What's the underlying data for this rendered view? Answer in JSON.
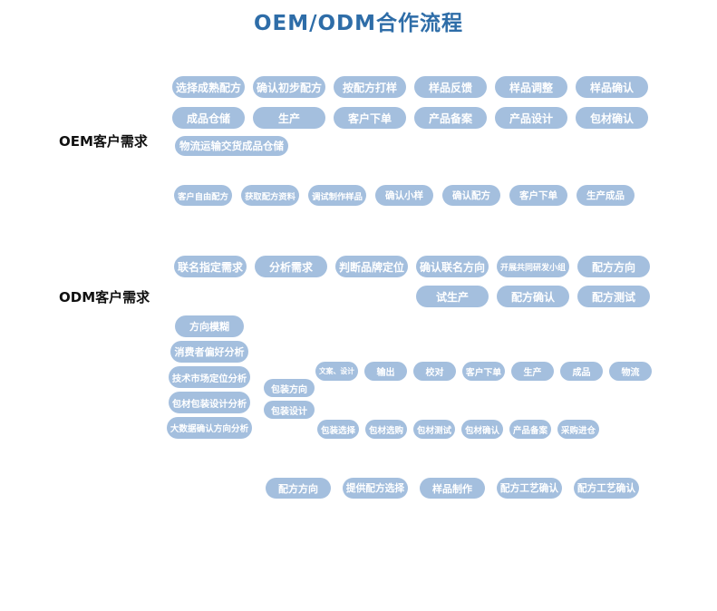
{
  "title": "OEM/ODM合作流程",
  "colors": {
    "node_fill": "#a4bfde",
    "node_text": "#ffffff",
    "title_text": "#2e6da8"
  },
  "sections": {
    "oem_label": "OEM客户需求",
    "odm_label": "ODM客户需求"
  },
  "groups": {
    "oem_row1": [
      "选择成熟配方",
      "确认初步配方",
      "按配方打样",
      "样品反馈",
      "样品调整",
      "样品确认"
    ],
    "oem_row2": [
      "成品仓储",
      "生产",
      "客户下单",
      "产品备案",
      "产品设计",
      "包材确认"
    ],
    "oem_row3": [
      "物流运输交货成品仓储"
    ],
    "oem_row4": [
      "客户自由配方",
      "获取配方资料",
      "调试制作样品",
      "确认小样",
      "确认配方",
      "客户下单",
      "生产成品"
    ],
    "odm_row1": [
      "联名指定需求",
      "分析需求",
      "判断品牌定位",
      "确认联名方向",
      "开展共同研发小组",
      "配方方向"
    ],
    "odm_row2": [
      "试生产",
      "配方确认",
      "配方测试"
    ],
    "odm_left_column": [
      "方向模糊",
      "消费者偏好分析",
      "技术市场定位分析",
      "包材包装设计分析",
      "大数据确认方向分析"
    ],
    "odm_packaging_column": [
      "包装方向",
      "包装设计"
    ],
    "odm_output_row": [
      "文案、设计",
      "输出",
      "校对",
      "客户下单",
      "生产",
      "成品",
      "物流"
    ],
    "odm_material_row": [
      "包装选择",
      "包材选购",
      "包材测试",
      "包材确认",
      "产品备案",
      "采购进仓"
    ],
    "odm_formula_row": [
      "配方方向",
      "提供配方选择",
      "样品制作",
      "配方工艺确认",
      "配方工艺确认"
    ]
  }
}
